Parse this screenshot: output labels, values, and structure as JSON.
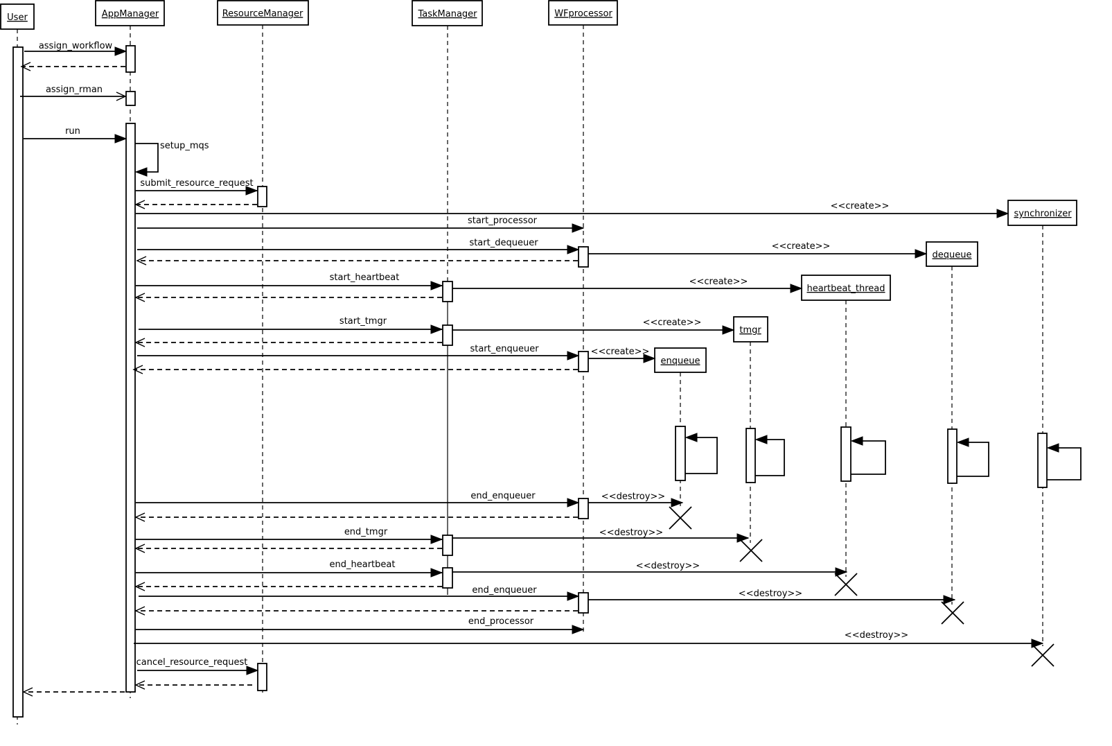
{
  "diagram": {
    "kind": "UML sequence diagram",
    "objects": [
      {
        "id": "user",
        "label": "User"
      },
      {
        "id": "appmanager",
        "label": "AppManager"
      },
      {
        "id": "resourcemanager",
        "label": "ResourceManager"
      },
      {
        "id": "taskmanager",
        "label": "TaskManager"
      },
      {
        "id": "wfprocessor",
        "label": "WFprocessor"
      },
      {
        "id": "synchronizer",
        "label": "synchronizer"
      },
      {
        "id": "dequeue",
        "label": "dequeue"
      },
      {
        "id": "heartbeat_thread",
        "label": "heartbeat_thread"
      },
      {
        "id": "tmgr",
        "label": "tmgr"
      },
      {
        "id": "enqueue",
        "label": "enqueue"
      }
    ],
    "messages": [
      {
        "id": "m1",
        "label": "assign_workflow",
        "from": "user",
        "to": "appmanager",
        "type": "sync"
      },
      {
        "id": "m2",
        "label": "",
        "from": "appmanager",
        "to": "user",
        "type": "return"
      },
      {
        "id": "m3",
        "label": "assign_rman",
        "from": "user",
        "to": "appmanager",
        "type": "async"
      },
      {
        "id": "m4",
        "label": "run",
        "from": "user",
        "to": "appmanager",
        "type": "sync"
      },
      {
        "id": "m5",
        "label": "setup_mqs",
        "from": "appmanager",
        "to": "appmanager",
        "type": "self"
      },
      {
        "id": "m6",
        "label": "submit_resource_request",
        "from": "appmanager",
        "to": "resourcemanager",
        "type": "sync"
      },
      {
        "id": "m7",
        "label": "",
        "from": "resourcemanager",
        "to": "appmanager",
        "type": "return"
      },
      {
        "id": "m8",
        "label": "<<create>>",
        "from": "appmanager",
        "to": "synchronizer",
        "type": "create"
      },
      {
        "id": "m9",
        "label": "start_processor",
        "from": "appmanager",
        "to": "wfprocessor",
        "type": "sync"
      },
      {
        "id": "m10",
        "label": "start_dequeuer",
        "from": "appmanager",
        "to": "wfprocessor",
        "type": "sync"
      },
      {
        "id": "m11",
        "label": "<<create>>",
        "from": "wfprocessor",
        "to": "dequeue",
        "type": "create"
      },
      {
        "id": "m12",
        "label": "",
        "from": "wfprocessor",
        "to": "appmanager",
        "type": "return"
      },
      {
        "id": "m13",
        "label": "start_heartbeat",
        "from": "appmanager",
        "to": "taskmanager",
        "type": "sync"
      },
      {
        "id": "m14",
        "label": "<<create>>",
        "from": "taskmanager",
        "to": "heartbeat_thread",
        "type": "create"
      },
      {
        "id": "m15",
        "label": "",
        "from": "taskmanager",
        "to": "appmanager",
        "type": "return"
      },
      {
        "id": "m16",
        "label": "start_tmgr",
        "from": "appmanager",
        "to": "taskmanager",
        "type": "sync"
      },
      {
        "id": "m17",
        "label": "<<create>>",
        "from": "taskmanager",
        "to": "tmgr",
        "type": "create"
      },
      {
        "id": "m18",
        "label": "",
        "from": "taskmanager",
        "to": "appmanager",
        "type": "return"
      },
      {
        "id": "m19",
        "label": "start_enqueuer",
        "from": "appmanager",
        "to": "wfprocessor",
        "type": "sync"
      },
      {
        "id": "m20",
        "label": "<<create>>",
        "from": "wfprocessor",
        "to": "enqueue",
        "type": "create"
      },
      {
        "id": "m21",
        "label": "",
        "from": "wfprocessor",
        "to": "appmanager",
        "type": "return"
      },
      {
        "id": "m22",
        "label": "",
        "from": "enqueue",
        "to": "enqueue",
        "type": "self"
      },
      {
        "id": "m23",
        "label": "",
        "from": "tmgr",
        "to": "tmgr",
        "type": "self"
      },
      {
        "id": "m24",
        "label": "",
        "from": "heartbeat_thread",
        "to": "heartbeat_thread",
        "type": "self"
      },
      {
        "id": "m25",
        "label": "",
        "from": "dequeue",
        "to": "dequeue",
        "type": "self"
      },
      {
        "id": "m26",
        "label": "",
        "from": "synchronizer",
        "to": "synchronizer",
        "type": "self"
      },
      {
        "id": "m27",
        "label": "end_enqueuer",
        "from": "appmanager",
        "to": "wfprocessor",
        "type": "sync"
      },
      {
        "id": "m28",
        "label": "<<destroy>>",
        "from": "wfprocessor",
        "to": "enqueue",
        "type": "destroy"
      },
      {
        "id": "m29",
        "label": "",
        "from": "wfprocessor",
        "to": "appmanager",
        "type": "return"
      },
      {
        "id": "m30",
        "label": "end_tmgr",
        "from": "appmanager",
        "to": "taskmanager",
        "type": "sync"
      },
      {
        "id": "m31",
        "label": "<<destroy>>",
        "from": "taskmanager",
        "to": "tmgr",
        "type": "destroy"
      },
      {
        "id": "m32",
        "label": "",
        "from": "taskmanager",
        "to": "appmanager",
        "type": "return"
      },
      {
        "id": "m33",
        "label": "end_heartbeat",
        "from": "appmanager",
        "to": "taskmanager",
        "type": "sync"
      },
      {
        "id": "m34",
        "label": "<<destroy>>",
        "from": "taskmanager",
        "to": "heartbeat_thread",
        "type": "destroy"
      },
      {
        "id": "m35",
        "label": "",
        "from": "taskmanager",
        "to": "appmanager",
        "type": "return"
      },
      {
        "id": "m36",
        "label": "end_enqueuer",
        "from": "appmanager",
        "to": "wfprocessor",
        "type": "sync"
      },
      {
        "id": "m37",
        "label": "<<destroy>>",
        "from": "wfprocessor",
        "to": "dequeue",
        "type": "destroy"
      },
      {
        "id": "m38",
        "label": "",
        "from": "wfprocessor",
        "to": "appmanager",
        "type": "return"
      },
      {
        "id": "m39",
        "label": "end_processor",
        "from": "appmanager",
        "to": "wfprocessor",
        "type": "sync"
      },
      {
        "id": "m40",
        "label": "<<destroy>>",
        "from": "appmanager",
        "to": "synchronizer",
        "type": "destroy"
      },
      {
        "id": "m41",
        "label": "cancel_resource_request",
        "from": "appmanager",
        "to": "resourcemanager",
        "type": "sync"
      },
      {
        "id": "m42",
        "label": "",
        "from": "resourcemanager",
        "to": "appmanager",
        "type": "return"
      },
      {
        "id": "m43",
        "label": "",
        "from": "appmanager",
        "to": "user",
        "type": "return"
      }
    ]
  }
}
